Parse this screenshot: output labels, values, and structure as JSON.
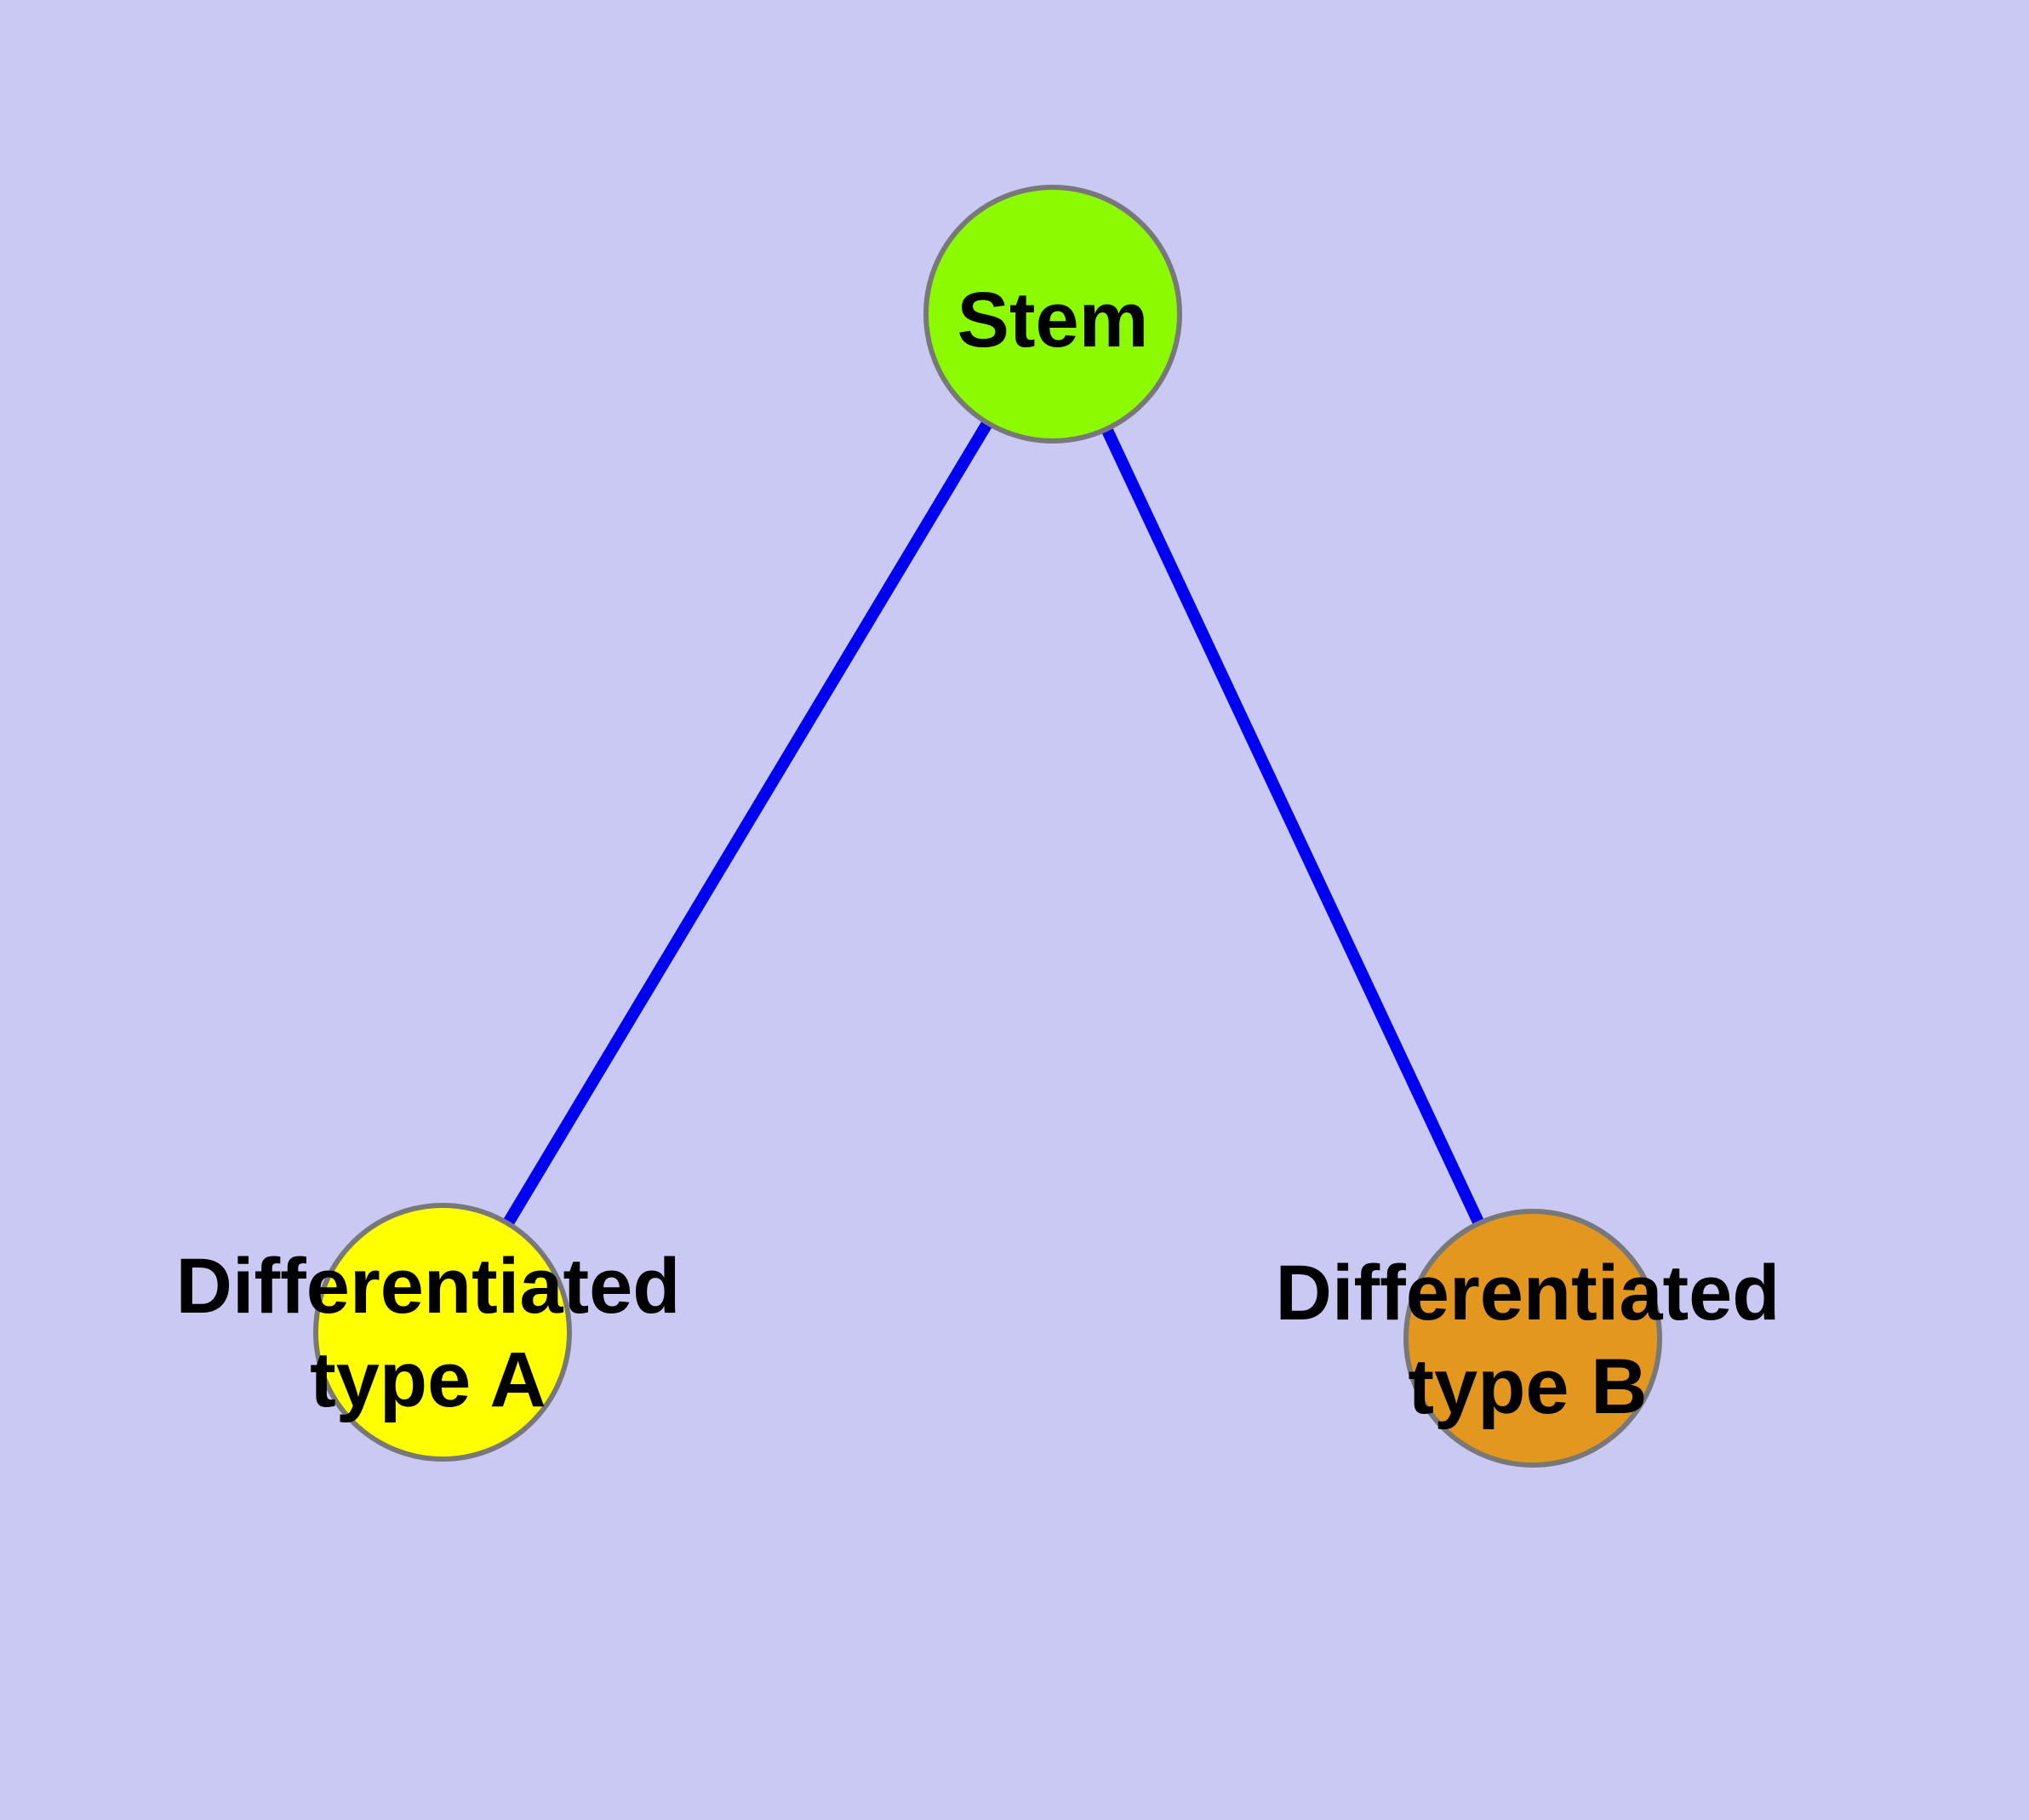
{
  "diagram": {
    "background_color": "#c9c9f4",
    "edge_color": "#0000f0",
    "node_border_color": "#787878",
    "label_color": "#000000",
    "nodes": [
      {
        "id": "stem",
        "label": "Stem",
        "fill_color": "#8cfa00"
      },
      {
        "id": "type-a",
        "label": "Differentiated\ntype A",
        "fill_color": "#ffff00"
      },
      {
        "id": "type-b",
        "label": "Differentiated\ntype B",
        "fill_color": "#e3971f"
      }
    ],
    "edges": [
      {
        "from": "stem",
        "to": "type-a"
      },
      {
        "from": "stem",
        "to": "type-b"
      }
    ]
  }
}
